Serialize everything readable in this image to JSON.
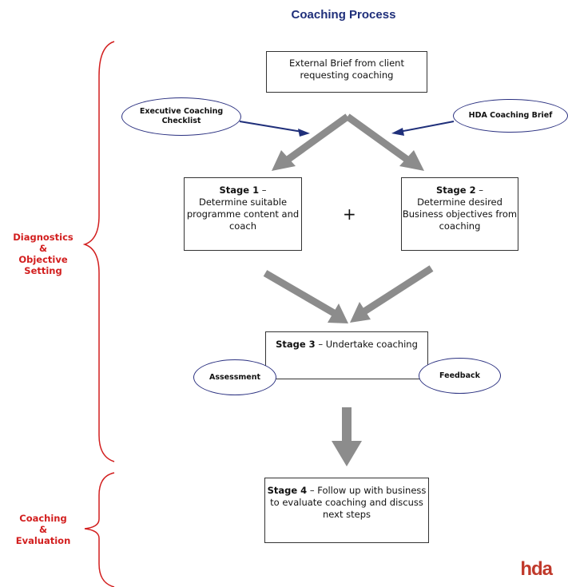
{
  "title": "Coaching Process",
  "boxes": {
    "external_brief": "External Brief from client requesting coaching",
    "stage1_label": "Stage 1",
    "stage1_text": "Determine suitable programme content and coach",
    "stage2_label": "Stage 2",
    "stage2_text": "Determine desired Business objectives from coaching",
    "stage3_label": "Stage 3",
    "stage3_text": "Undertake coaching",
    "stage4_label": "Stage 4",
    "stage4_text": "Follow up with business to evaluate coaching and discuss next steps"
  },
  "dash": " – ",
  "ovals": {
    "executive_checklist": "Executive Coaching Checklist",
    "hda_brief": "HDA Coaching Brief",
    "assessment": "Assessment",
    "feedback": "Feedback"
  },
  "plus": "+",
  "side_labels": {
    "diagnostics": [
      "Diagnostics",
      "&",
      "Objective",
      "Setting"
    ],
    "coaching": [
      "Coaching",
      "&",
      "Evaluation"
    ]
  },
  "logo": "hda",
  "colors": {
    "title": "#1f2f7a",
    "bracket": "#d21e1e",
    "arrow_gray": "#8c8c8c",
    "oval_border": "#2a3080",
    "logo": "#c0392b"
  }
}
